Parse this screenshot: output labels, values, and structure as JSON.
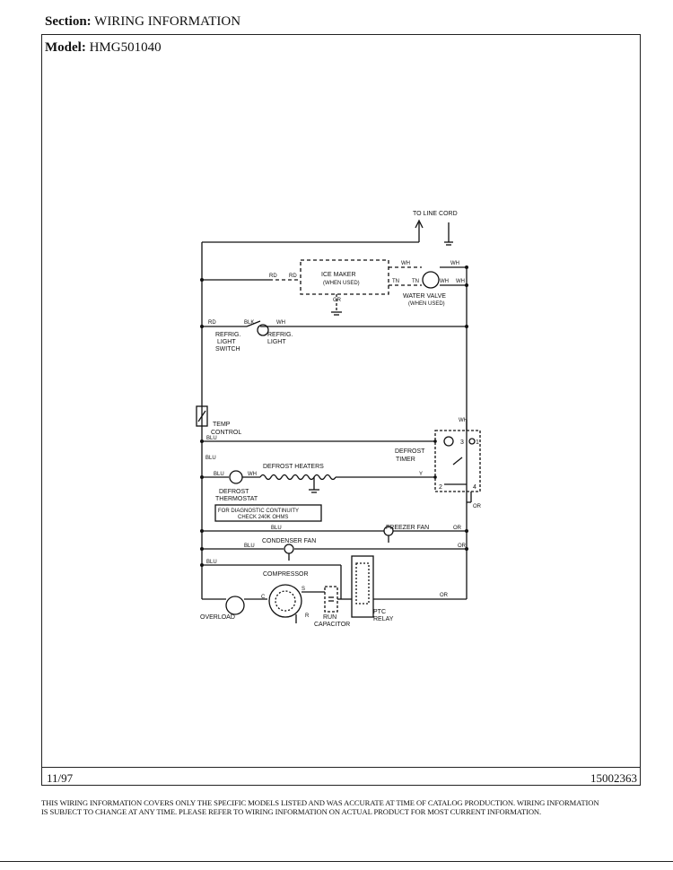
{
  "header": {
    "section_label": "Section:",
    "section_value": "WIRING INFORMATION",
    "model_label": "Model:",
    "model_value": "HMG501040"
  },
  "diagram": {
    "to_line_cord": "TO LINE CORD",
    "ice_maker": "ICE MAKER",
    "ice_maker_when_used": "(WHEN USED)",
    "water_valve": "WATER VALVE",
    "water_valve_when_used": "(WHEN USED)",
    "refrig_light_switch": [
      "REFRIG.",
      "LIGHT",
      "SWITCH"
    ],
    "refrig_light": [
      "REFRIG.",
      "LIGHT"
    ],
    "temp_control": [
      "TEMP",
      "CONTROL"
    ],
    "defrost_timer": [
      "DEFROST",
      "TIMER"
    ],
    "defrost_heaters": "DEFROST HEATERS",
    "defrost_thermostat": [
      "DEFROST",
      "THERMOSTAT"
    ],
    "diagnostic_note": [
      "FOR DIAGNOSTIC CONTINUITY",
      "CHECK 240K OHMS"
    ],
    "freezer_fan": "FREEZER FAN",
    "condenser_fan": "CONDENSER FAN",
    "compressor": "COMPRESSOR",
    "overload": "OVERLOAD",
    "run_capacitor": [
      "RUN",
      "CAPACITOR"
    ],
    "ptc_relay": [
      "PTC",
      "RELAY"
    ],
    "wire_codes": {
      "rd": "RD",
      "wh": "WH",
      "blk": "BLK",
      "blu": "BLU",
      "gr": "GR",
      "tn": "TN",
      "y": "Y",
      "or": "OR"
    },
    "terminals": {
      "t1": "1",
      "t2": "2",
      "t3": "3",
      "t4": "4",
      "c": "C",
      "s": "S",
      "r": "R"
    }
  },
  "footer": {
    "date": "11/97",
    "doc_number": "15002363",
    "disclaimer_line1": "THIS WIRING INFORMATION COVERS ONLY THE SPECIFIC MODELS LISTED AND WAS ACCURATE AT TIME OF CATALOG PRODUCTION.  WIRING INFORMATION",
    "disclaimer_line2": "IS SUBJECT TO CHANGE AT ANY TIME.  PLEASE REFER TO WIRING INFORMATION ON ACTUAL PRODUCT FOR MOST CURRENT INFORMATION."
  }
}
